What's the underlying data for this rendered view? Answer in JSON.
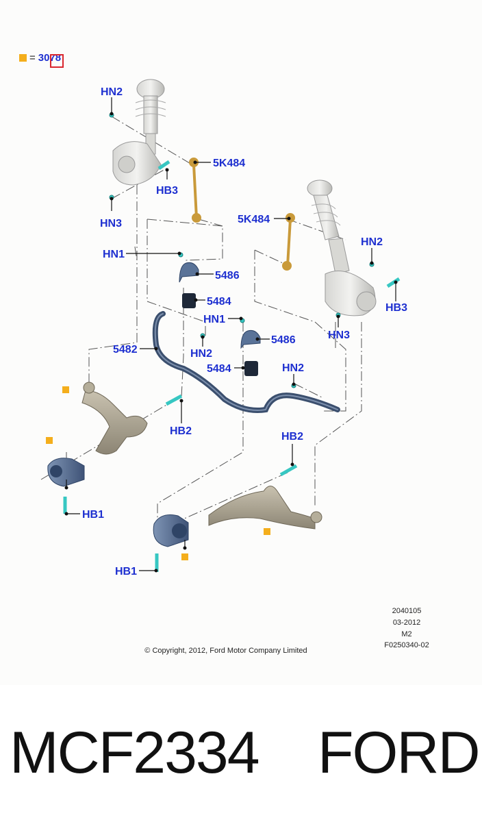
{
  "legend": {
    "marker_color": "#f4ae1c",
    "equals": "=",
    "value": "3078"
  },
  "labels": {
    "hn2_top": "HN2",
    "k484_left": "5K484",
    "hb3_left": "HB3",
    "hn3_left": "HN3",
    "k484_right": "5K484",
    "hn2_right": "HN2",
    "hb3_right": "HB3",
    "hn3_right": "HN3",
    "hn1_left": "HN1",
    "p5486_left": "5486",
    "p5484_left": "5484",
    "hn1_right": "HN1",
    "p5486_right": "5486",
    "p5482": "5482",
    "hn2_mid": "HN2",
    "p5484_right": "5484",
    "hn2_bar": "HN2",
    "hb2_left": "HB2",
    "hb2_right": "HB2",
    "hb1_left": "HB1",
    "hb1_right": "HB1"
  },
  "meta": {
    "line1": "2040105",
    "line2": "03-2012",
    "line3": "M2",
    "line4": "F0250340-02",
    "copyright": "© Copyright, 2012, Ford Motor Company Limited"
  },
  "footer": {
    "part_number": "MCF2334",
    "brand": "FORD"
  },
  "colors": {
    "label_blue": "#1d2fd0",
    "marker_orange": "#f4ae1c",
    "bar_blue": "#3b4f6e",
    "bolt_cyan": "#37c7c2",
    "link_gold": "#c99a3a"
  }
}
